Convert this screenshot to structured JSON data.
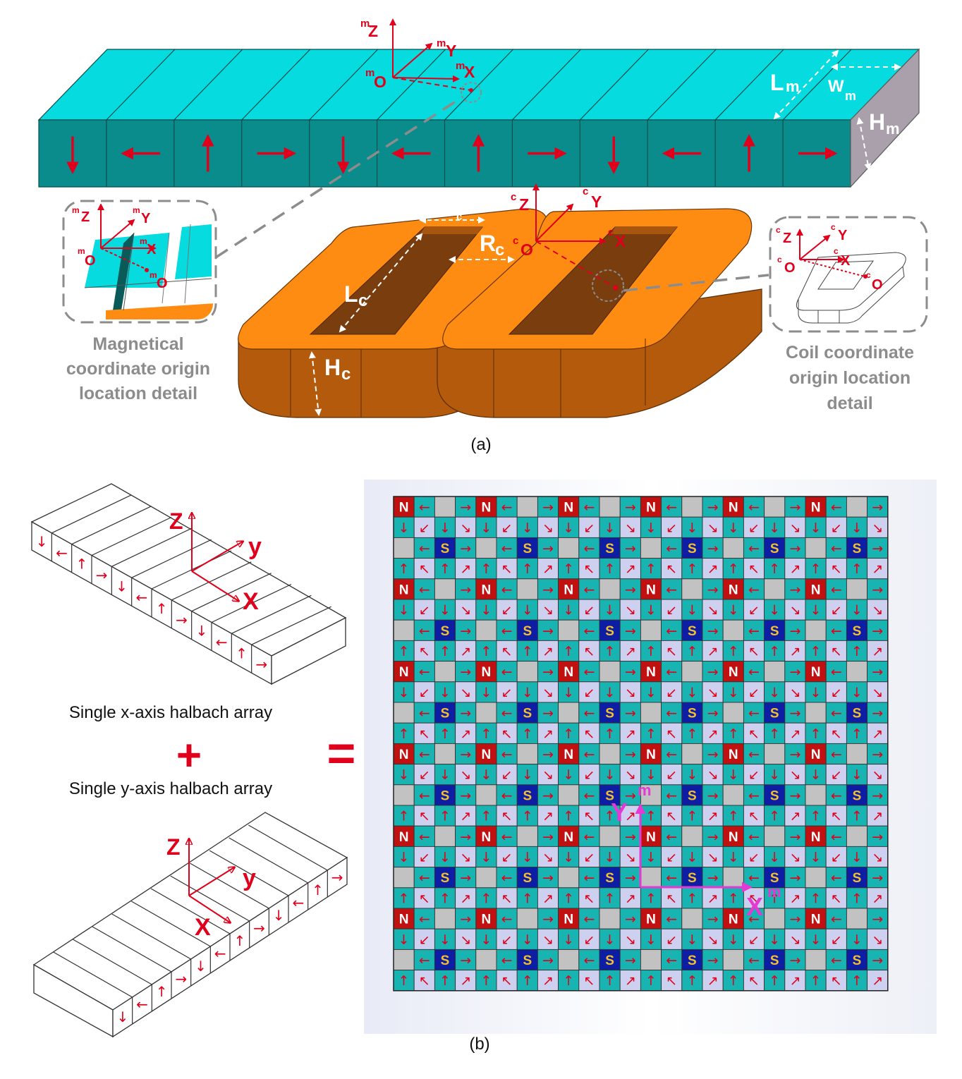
{
  "colors": {
    "magnet_top": "#06dcdf",
    "magnet_front": "#0b8c8c",
    "magnet_side": "#a9a0ab",
    "coil_top": "#ff8c12",
    "coil_side": "#b35a0c",
    "coil_hole": "#7a3e0e",
    "arrow_red": "#e0001b",
    "n_pole": "#c0100f",
    "s_pole": "#0d1ea5",
    "s_text": "#f4c02c",
    "grid_gray": "#c2c2c2",
    "grid_teal": "#17b4b2",
    "grid_lav": "#cdd1ef",
    "axis_magenta": "#e33ad3",
    "detail_gray": "#8c8c8c"
  },
  "panel_a": {
    "caption": "(a)",
    "magnet_axes": {
      "z": "Z",
      "y": "Y",
      "x": "X",
      "o": "O",
      "pre": "m"
    },
    "coil_axes": {
      "z": "Z",
      "y": "Y",
      "x": "X",
      "o": "O",
      "pre": "c"
    },
    "dims": {
      "Lm": "L",
      "Lm_sub": "m",
      "Wm": "W",
      "Wm_sub": "m",
      "Hm": "H",
      "Hm_sub": "m",
      "Lc": "L",
      "Lc_sub": "c",
      "Wc": "W",
      "Wc_sub": "c",
      "Rc": "R",
      "Rc_sub": "c",
      "Hc": "H",
      "Hc_sub": "c"
    },
    "magnet_arrows": [
      "down",
      "left",
      "up",
      "right",
      "down",
      "left",
      "up",
      "right",
      "down",
      "left",
      "up",
      "right"
    ],
    "left_detail": {
      "line1": "Magnetical",
      "line2": "coordinate origin",
      "line3": "location detail"
    },
    "right_detail": {
      "line1": "Coil coordinate",
      "line2": "origin location",
      "line3": "detail"
    }
  },
  "panel_b": {
    "caption": "(b)",
    "x_array_label": "Single x-axis halbach array",
    "y_array_label": "Single y-axis halbach array",
    "plus": "+",
    "equals": "=",
    "x_array_axes": {
      "z": "Z",
      "y": "y",
      "x": "X"
    },
    "y_array_axes": {
      "z": "Z",
      "y": "y",
      "x": "X"
    },
    "x_array_arrows": [
      "↓",
      "←",
      "↑",
      "→",
      "↓",
      "←",
      "↑",
      "→",
      "↓",
      "←",
      "↑",
      "→"
    ],
    "y_array_arrows": [
      "↓",
      "←",
      "↑",
      "→",
      "↓",
      "←",
      "↑",
      "→",
      "↓",
      "←",
      "↑",
      "→"
    ],
    "grid_axes": {
      "y": "Y",
      "y_sup": "m",
      "x": "X",
      "x_sup": "m"
    },
    "grid_rows": 24,
    "grid_cols": 24,
    "pole_n": "N",
    "pole_s": "S"
  }
}
